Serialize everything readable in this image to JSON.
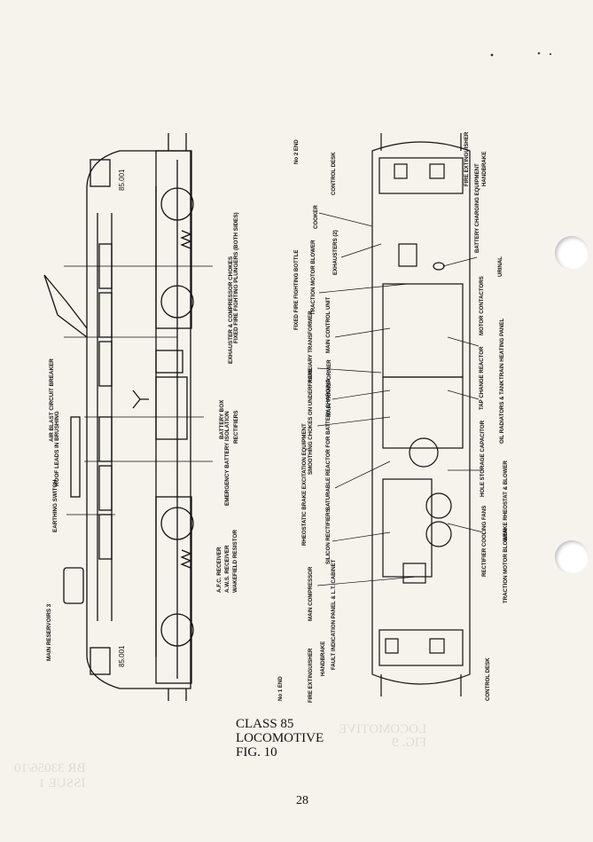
{
  "caption": {
    "line1": "CLASS 85",
    "line2": "LOCOMOTIVE",
    "line3": "FIG. 10"
  },
  "page_number": "28",
  "show_through": {
    "ref1": "BR 33056/10",
    "ref2": "ISSUE 1",
    "loco": "LOCOMOTIVE",
    "fig": "FIG. 9"
  },
  "side_view": {
    "number_top": "85.001",
    "number_bottom": "85.001",
    "labels": {
      "main_reservoirs": "MAIN RESERVOIRS 3",
      "earthing_switch": "EARTHING SWITCH",
      "roof_leads": "ROOF LEADS IN BRUSHING",
      "air_blast": "AIR BLAST CIRCUIT BREAKER",
      "fixed_fire": "FIXED FIRE FIGHTING PLUNGERS (BOTH SIDES)",
      "exhauster": "EXHAUSTER & COMPRESSOR CHOKES",
      "battery_box": "BATTERY BOX",
      "rectifiers": "RECTIFIERS",
      "emergency_battery": "EMERGENCY BATTERY ISOLATION",
      "afc": "A.F.C. RECEIVER",
      "aws": "A.W.S. RECEIVER",
      "wakefield": "WAKEFIELD RESISTOR"
    }
  },
  "plan_view": {
    "no2_end": "No 2 END",
    "no1_end": "No 1 END",
    "labels": {
      "control_desk_top": "CONTROL DESK",
      "fire_ext_top": "FIRE EXTINGUISHER",
      "handbrake_top": "HANDBRAKE",
      "cooker": "COOKER",
      "battery_charging": "BATTERY CHARGING EQUIPMENT",
      "exhausters": "EXHAUSTERS (2)",
      "urinal": "URINAL",
      "traction_motor_blower_top": "TRACTION MOTOR BLOWER",
      "fixed_fire_bottle": "FIXED FIRE FIGHTING BOTTLE",
      "motor_contactors": "MOTOR CONTACTORS",
      "main_control_unit": "MAIN CONTROL UNIT",
      "auxiliary_transformer": "AUXILIARY TRANSFORMER",
      "train_heating": "TRAIN HEATING PANEL",
      "main_transformer": "MAIN TRANSFORMER",
      "tap_change_reactor": "TAP CHANGE REACTOR",
      "smoothing_chokes": "SMOOTHING CHOKES ON UNDERFRAME",
      "oil_radiators": "OIL RADIATORS & TANK",
      "saturable_reactor": "SATURABLE REACTOR FOR BATTERY CHARGING",
      "hole_storage": "HOLE STORAGE CAPACITOR",
      "rheostatic": "RHEOSTATIC BRAKE EXCITATION EQUIPMENT",
      "brake_rheostat": "BRAKE RHEOSTAT & BLOWER",
      "silicon_rectifiers": "SILICON RECTIFIERS",
      "rectifier_cooling": "RECTIFIER COOLING FANS",
      "main_compressor": "MAIN COMPRESSOR",
      "traction_motor_blower_bottom": "TRACTION MOTOR BLOWER",
      "fault_indication": "FAULT INDICATION PANEL & L.T. CABINET",
      "fire_ext_bottom": "FIRE EXTINGUISHER",
      "handbrake_bottom": "HANDBRAKE",
      "control_desk_bottom": "CONTROL DESK"
    }
  }
}
